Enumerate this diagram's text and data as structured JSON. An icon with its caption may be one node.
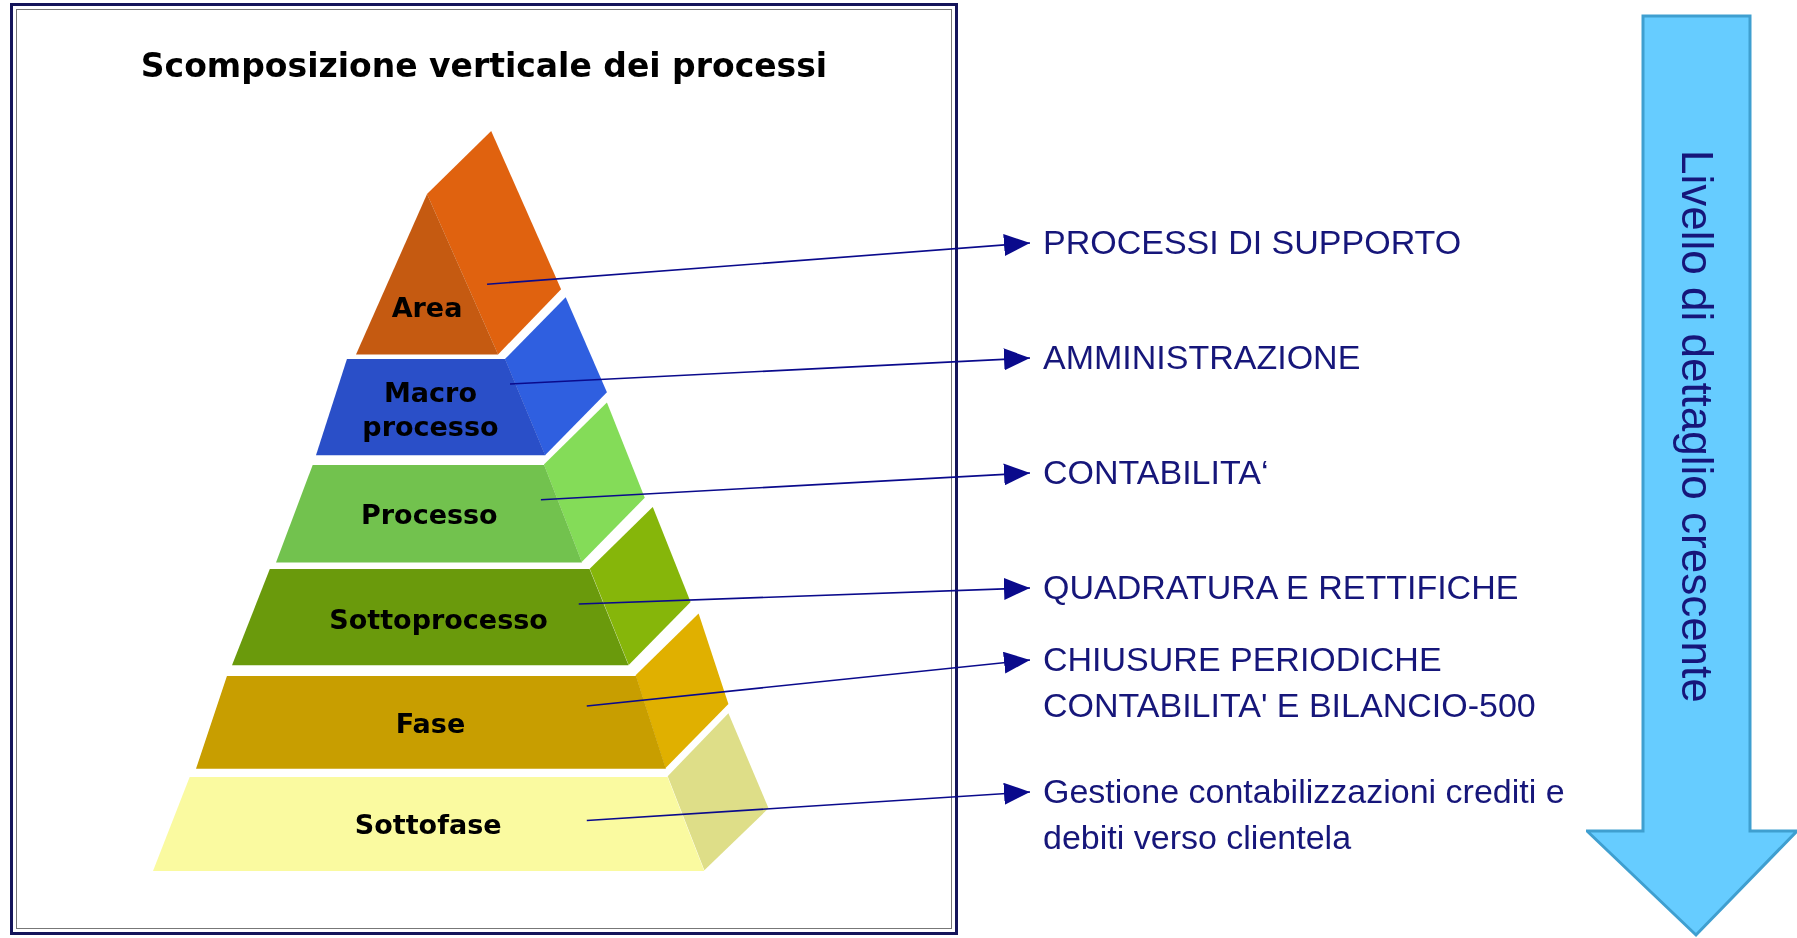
{
  "diagram": {
    "nodes": [
      {
        "text": [
          "Scomposizione verticale dei processi"
        ]
      },
      {
        "text": [
          "Area"
        ],
        "in": 0
      },
      {
        "text": [
          "Macro processo"
        ],
        "in": 0
      },
      {
        "text": [
          "Processo"
        ],
        "in": 0
      },
      {
        "text": [
          "Sottoprocesso"
        ],
        "in": 0
      },
      {
        "text": [
          "Fase"
        ],
        "in": 0
      },
      {
        "text": [
          "Sottofase"
        ],
        "in": 0
      },
      {
        "text": [
          "PROCESSI DI SUPPORTO"
        ]
      },
      {
        "text": [
          "AMMINISTRAZIONE"
        ]
      },
      {
        "text": [
          "CONTABILITA‘"
        ]
      },
      {
        "text": [
          "QUADRATURA E RETTIFICHE"
        ]
      },
      {
        "text": [
          "CHIUSURE PERIODICHE CONTABILITA' E BILANCIO-500"
        ]
      },
      {
        "text": [
          "Gestione contabilizzazioni crediti e debiti verso clientela"
        ]
      },
      {
        "text": [
          "Livello di dettaglio crescente"
        ]
      }
    ],
    "edges": [
      {
        "from": 1,
        "to": 7,
        "arrow": "to"
      },
      {
        "from": 2,
        "to": 8,
        "arrow": "to"
      },
      {
        "from": 3,
        "to": 9,
        "arrow": "to"
      },
      {
        "from": 4,
        "to": 10,
        "arrow": "to"
      },
      {
        "from": 5,
        "to": 11,
        "arrow": "to"
      },
      {
        "from": 6,
        "to": 12,
        "arrow": "to"
      }
    ]
  }
}
